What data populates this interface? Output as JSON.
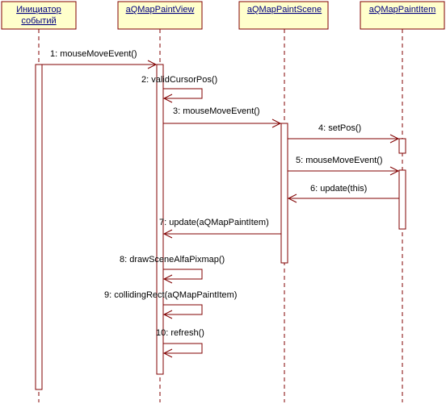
{
  "colors": {
    "header_fill": "#ffffcc",
    "line": "#800000",
    "header_text": "#000080",
    "activation_fill": "#ffffff",
    "text": "#000000"
  },
  "lifelines": [
    {
      "id": "initiator",
      "line1": "Инициатор",
      "line2": "событий"
    },
    {
      "id": "view",
      "line1": "aQMapPaintView"
    },
    {
      "id": "scene",
      "line1": "aQMapPaintScene"
    },
    {
      "id": "item",
      "line1": "aQMapPaintItem"
    }
  ],
  "messages": [
    {
      "label": "1: mouseMoveEvent()"
    },
    {
      "label": "2: validCursorPos()"
    },
    {
      "label": "3: mouseMoveEvent()"
    },
    {
      "label": "4: setPos()"
    },
    {
      "label": "5: mouseMoveEvent()"
    },
    {
      "label": "6: update(this)"
    },
    {
      "label": "7: update(aQMapPaintItem)"
    },
    {
      "label": "8: drawSceneAlfaPixmap()"
    },
    {
      "label": "9: collidingRect(aQMapPaintItem)"
    },
    {
      "label": "10: refresh()"
    }
  ]
}
